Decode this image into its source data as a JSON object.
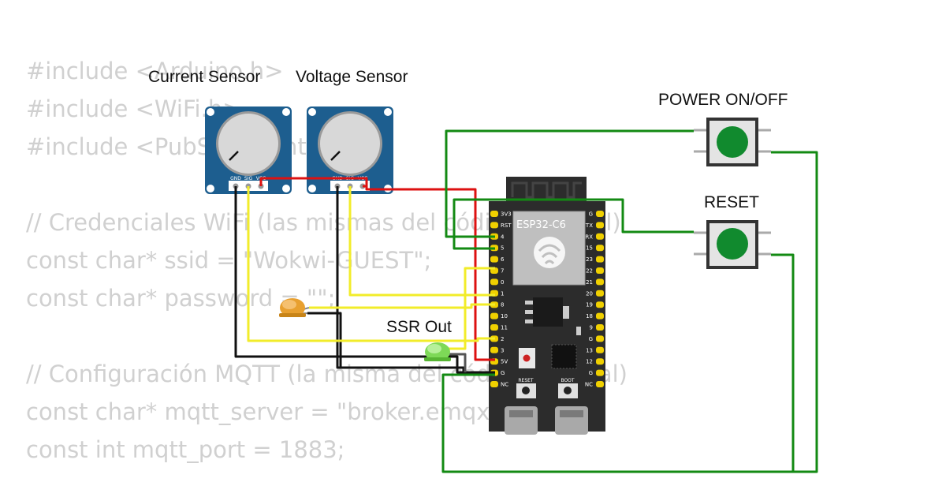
{
  "code_lines": [
    "#include <Arduino.h>",
    "#include <WiFi.h>",
    "#include <PubSubClient.h>",
    "",
    "// Credenciales WiFi (las mismas del código original)",
    "const char* ssid = \"Wokwi-GUEST\";",
    "const char* password = \"\";",
    "",
    "// Configuración MQTT (la misma del código original)",
    "const char* mqtt_server = \"broker.emqx.io\";",
    "const int mqtt_port = 1883;"
  ],
  "labels": {
    "current_sensor": "Current Sensor",
    "voltage_sensor": "Voltage Sensor",
    "power_button": "POWER ON/OFF",
    "reset_button": "RESET",
    "ssr_out": "SSR Out"
  },
  "board": {
    "name": "ESP32-C6",
    "left_pins": [
      "3V3",
      "RST",
      "4",
      "5",
      "6",
      "7",
      "0",
      "1",
      "8",
      "10",
      "11",
      "2",
      "3",
      "5V",
      "G",
      "NC"
    ],
    "right_pins": [
      "G",
      "TX",
      "RX",
      "15",
      "23",
      "22",
      "21",
      "20",
      "19",
      "18",
      "9",
      "G",
      "13",
      "12",
      "G",
      "NC"
    ],
    "reset_label": "RESET",
    "boot_label": "BOOT"
  },
  "pot_pins": [
    "GND",
    "SIG",
    "VCC"
  ],
  "colors": {
    "wire_red": "#dd1111",
    "wire_yellow": "#f2ec2a",
    "wire_green": "#138a13",
    "wire_black": "#111111",
    "board": "#2c2c2c",
    "pot": "#1d5e8f",
    "button_cap": "#118a2e",
    "led_orange": "#e8a030",
    "led_green": "#7ed957",
    "pin_gold": "#f0d000"
  }
}
